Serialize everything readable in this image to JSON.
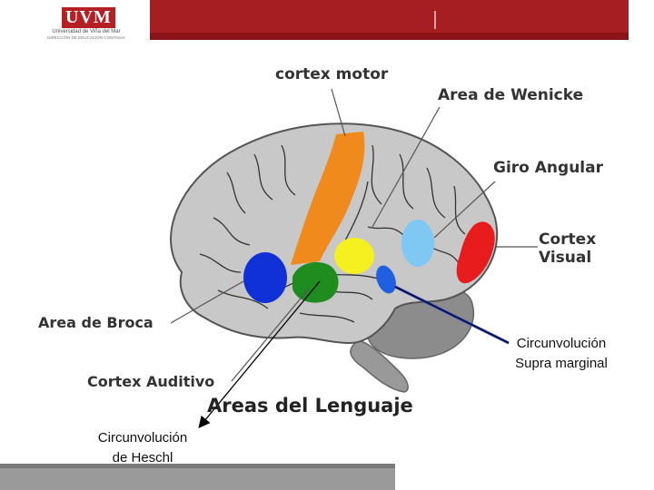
{
  "header": {
    "logo_mark": "UVM",
    "logo_line1": "Universidad de Viña del Mar",
    "logo_line2": "DIRECCIÓN DE EDUCACIÓN CONTINUA"
  },
  "diagram": {
    "title": "Areas del Lenguaje",
    "labels": {
      "cortex_motor": "cortex motor",
      "wernicke": "Area de Wenicke",
      "giro_angular": "Giro Angular",
      "cortex_visual_1": "Cortex",
      "cortex_visual_2": "Visual",
      "broca": "Area de Broca",
      "cortex_auditivo": "Cortex Auditivo"
    },
    "annotations": {
      "supra_1": "Circunvolución",
      "supra_2": "Supra marginal",
      "heschl_1": "Circunvolución",
      "heschl_2": "de Heschl"
    },
    "colors": {
      "motor": "#f08a1c",
      "broca": "#1030d8",
      "auditivo": "#1e8c1e",
      "wernicke": "#f7f020",
      "angular": "#80c8f4",
      "visual": "#e81c1c",
      "supramarginal": "#2060e0",
      "brain": "#c8c8c8",
      "cerebellum": "#8c8c8c"
    }
  }
}
